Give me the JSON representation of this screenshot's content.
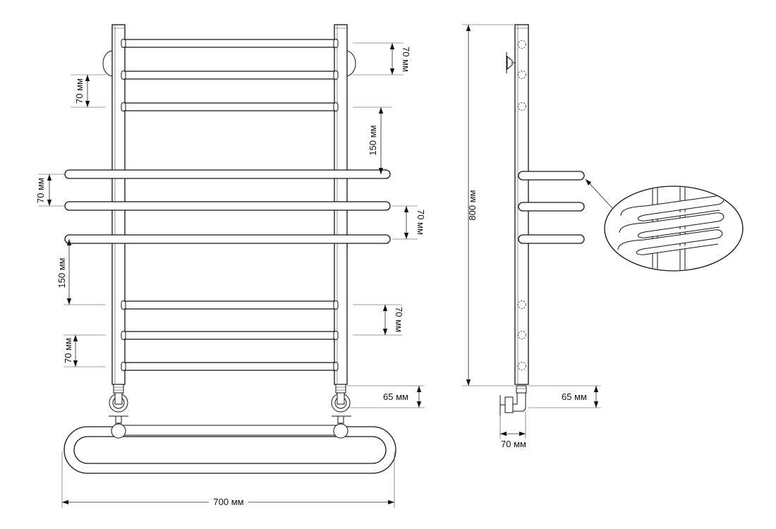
{
  "diagram": {
    "front_view": {
      "dimensions": {
        "top_rung_spacing_right": "70 мм",
        "top_rung_spacing_left": "70 мм",
        "gap_to_long_bars_right": "150 мм",
        "long_bar_spacing_left": "70 мм",
        "long_bar_spacing_right": "70 мм",
        "gap_below_long_bars_left": "150 мм",
        "bottom_rung_spacing_right": "70 мм",
        "bottom_rung_spacing_left": "70 мм",
        "connection_offset": "65 мм",
        "overall_width": "700 мм"
      }
    },
    "side_view": {
      "dimensions": {
        "overall_height": "800 мм",
        "connection_offset": "65 мм",
        "wall_distance": "70 мм"
      }
    }
  }
}
